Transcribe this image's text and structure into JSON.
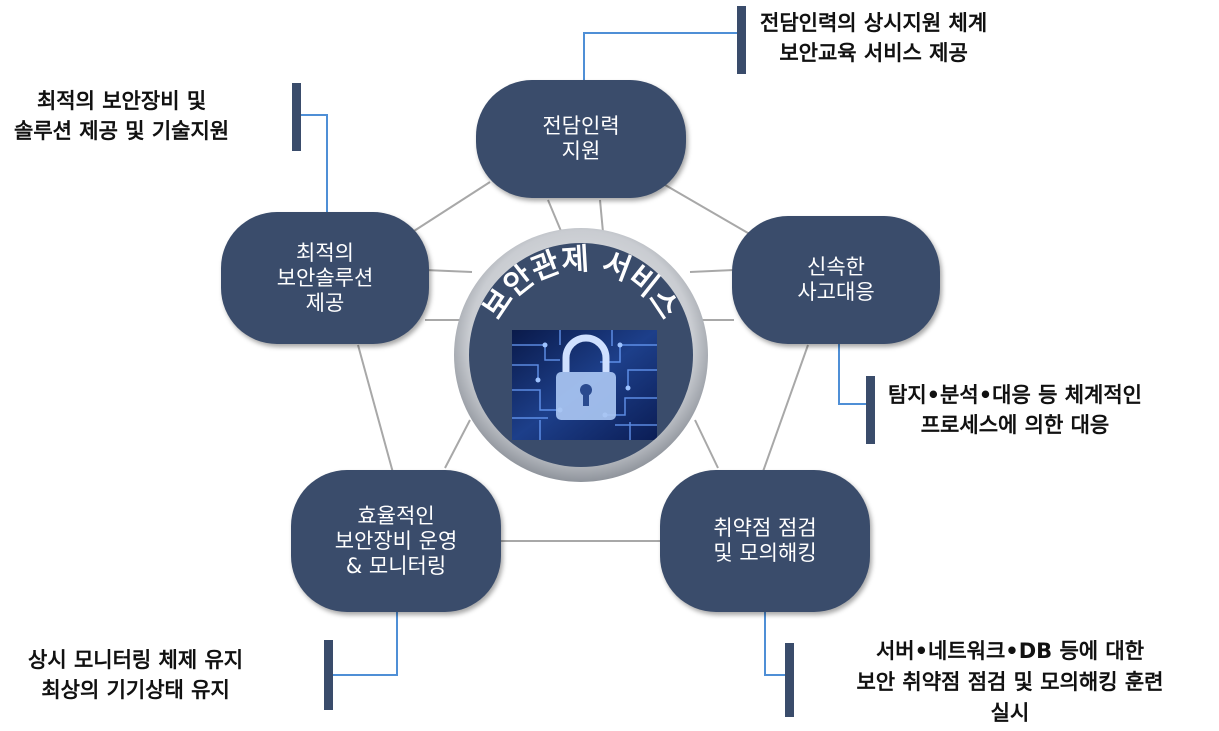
{
  "center": {
    "title": "보안관제 서비스",
    "image_icon": "circuit-padlock-icon"
  },
  "nodes": [
    {
      "id": "staff",
      "lines": [
        "전담인력",
        "지원"
      ]
    },
    {
      "id": "response",
      "lines": [
        "신속한",
        "사고대응"
      ]
    },
    {
      "id": "vuln",
      "lines": [
        "취약점 점검",
        "및 모의해킹"
      ]
    },
    {
      "id": "ops",
      "lines": [
        "효율적인",
        "보안장비 운영",
        "& 모니터링"
      ]
    },
    {
      "id": "solution",
      "lines": [
        "최적의",
        "보안솔루션",
        "제공"
      ]
    }
  ],
  "descriptions": [
    {
      "for": "staff",
      "lines": [
        "전담인력의 상시지원 체계",
        "보안교육 서비스 제공"
      ]
    },
    {
      "for": "response",
      "lines": [
        "탐지•분석•대응 등 체계적인",
        "프로세스에 의한 대응"
      ]
    },
    {
      "for": "vuln",
      "lines": [
        "서버•네트워크•DB 등에 대한",
        "보안 취약점 점검 및 모의해킹 훈련",
        "실시"
      ]
    },
    {
      "for": "ops",
      "lines": [
        "상시 모니터링 체제 유지",
        "최상의 기기상태 유지"
      ]
    },
    {
      "for": "solution",
      "lines": [
        "최적의 보안장비 및",
        "솔루션 제공 및 기술지원"
      ]
    }
  ],
  "colors": {
    "node_fill": "#3a4c6b",
    "center_fill": "#3a4c6b",
    "center_ring": "#c4c7cc",
    "connector_line": "#a8a8a8",
    "callout_line": "#4f8fd6",
    "callout_bar": "#3a4c6b",
    "description_text": "#111111"
  }
}
